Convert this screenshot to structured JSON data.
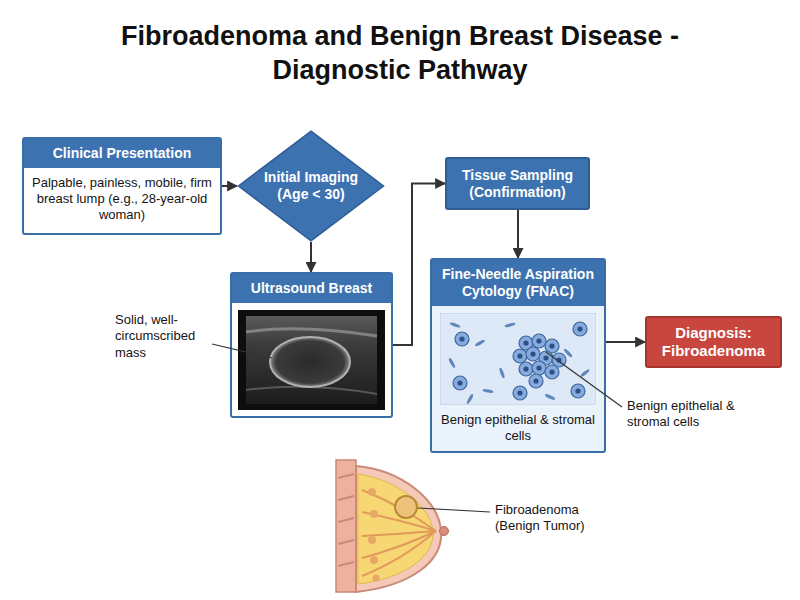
{
  "diagram": {
    "title": "Fibroadenoma and Benign Breast Disease - Diagnostic Pathway",
    "nodes": [
      {
        "text": [
          "Clinical Presentation",
          "Palpable, painless, mobile, firm breast lump (e.g., 28-year-old woman)"
        ]
      },
      {
        "text": [
          "Initial Imaging (Age < 30)"
        ]
      },
      {
        "text": [
          "Ultrasound Breast"
        ]
      },
      {
        "text": [
          "Tissue Sampling (Confirmation)"
        ]
      },
      {
        "text": [
          "Fine-Needle Aspiration Cytology (FNAC)",
          "Benign epithelial & stromal cells"
        ]
      },
      {
        "text": [
          "Diagnosis: Fibroadenoma"
        ]
      }
    ],
    "edges": [
      {
        "from": 0,
        "to": 1,
        "arrow": "to"
      },
      {
        "from": 1,
        "to": 2,
        "arrow": "to"
      },
      {
        "from": 2,
        "to": 3,
        "arrow": "to"
      },
      {
        "from": 3,
        "to": 4,
        "arrow": "to"
      },
      {
        "from": 4,
        "to": 5,
        "arrow": "to"
      }
    ],
    "labels": [
      "Solid, well-circumscribed mass",
      "Benign epithelial & stromal cells",
      "Fibroadenoma (Benign Tumor)"
    ]
  }
}
